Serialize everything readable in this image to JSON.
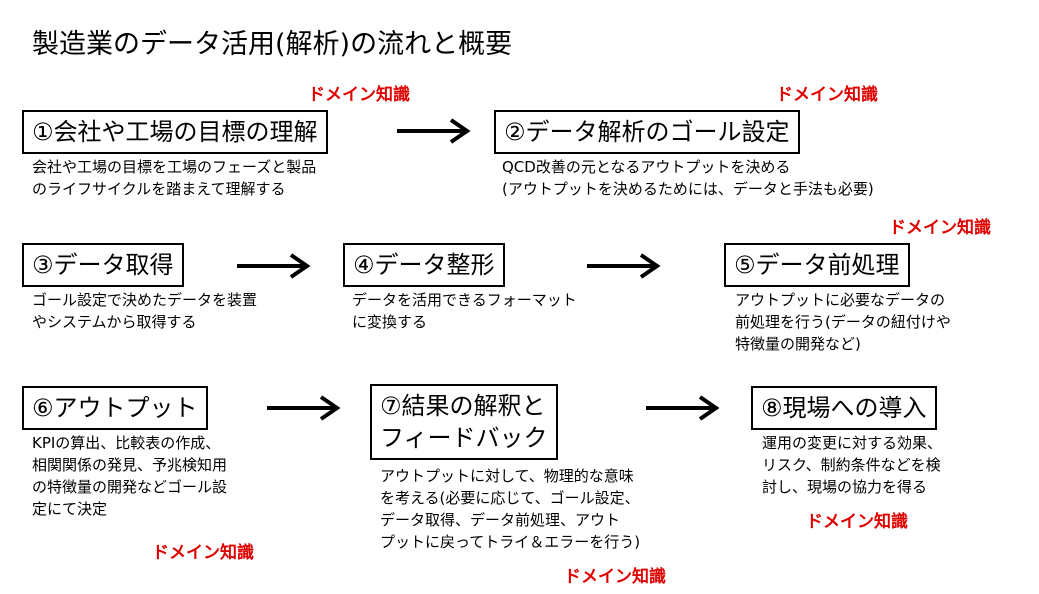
{
  "title": "製造業のデータ活用(解析)の流れと概要",
  "domain_tag": "ドメイン知識",
  "steps": [
    {
      "label": "①会社や工場の目標の理解",
      "desc": "会社や工場の目標を工場のフェーズと製品\nのライフサイクルを踏まえて理解する"
    },
    {
      "label": "②データ解析のゴール設定",
      "desc": "QCD改善の元となるアウトプットを決める\n(アウトプットを決めるためには、データと手法も必要)"
    },
    {
      "label": "③データ取得",
      "desc": "ゴール設定で決めたデータを装置\nやシステムから取得する"
    },
    {
      "label": "④データ整形",
      "desc": "データを活用できるフォーマット\nに変換する"
    },
    {
      "label": "⑤データ前処理",
      "desc": "アウトプットに必要なデータの\n前処理を行う(データの紐付けや\n特徴量の開発など)"
    },
    {
      "label": "⑥アウトプット",
      "desc": "KPIの算出、比較表の作成、\n相関関係の発見、予兆検知用\nの特徴量の開発などゴール設\n定にて決定"
    },
    {
      "label": "⑦結果の解釈と\nフィードバック",
      "desc": "アウトプットに対して、物理的な意味\nを考える(必要に応じて、ゴール設定、\nデータ取得、データ前処理、アウト\nプットに戻ってトライ＆エラーを行う)"
    },
    {
      "label": "⑧現場への導入",
      "desc": "運用の変更に対する効果、\nリスク、制約条件などを検\n討し、現場の協力を得る"
    }
  ]
}
